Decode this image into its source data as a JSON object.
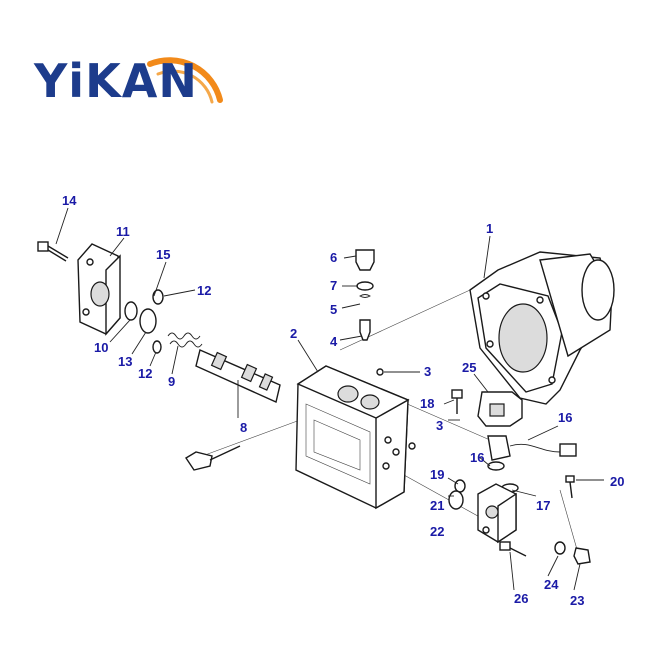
{
  "logo": {
    "text": "YiKAN",
    "arc_color": "#f28a1a",
    "text_color": "#1d3c8c"
  },
  "labels": [
    {
      "id": "1",
      "text": "1"
    },
    {
      "id": "2",
      "text": "2"
    },
    {
      "id": "3a",
      "text": "3"
    },
    {
      "id": "3b",
      "text": "3"
    },
    {
      "id": "4",
      "text": "4"
    },
    {
      "id": "5",
      "text": "5"
    },
    {
      "id": "6",
      "text": "6"
    },
    {
      "id": "7",
      "text": "7"
    },
    {
      "id": "8",
      "text": "8"
    },
    {
      "id": "9",
      "text": "9"
    },
    {
      "id": "10",
      "text": "10"
    },
    {
      "id": "11",
      "text": "11"
    },
    {
      "id": "12a",
      "text": "12"
    },
    {
      "id": "12b",
      "text": "12"
    },
    {
      "id": "13",
      "text": "13"
    },
    {
      "id": "14",
      "text": "14"
    },
    {
      "id": "15",
      "text": "15"
    },
    {
      "id": "16a",
      "text": "16"
    },
    {
      "id": "16b",
      "text": "16"
    },
    {
      "id": "17",
      "text": "17"
    },
    {
      "id": "18",
      "text": "18"
    },
    {
      "id": "19",
      "text": "19"
    },
    {
      "id": "20",
      "text": "20"
    },
    {
      "id": "21",
      "text": "21"
    },
    {
      "id": "22",
      "text": "22"
    },
    {
      "id": "23",
      "text": "23"
    },
    {
      "id": "24",
      "text": "24"
    },
    {
      "id": "25",
      "text": "25"
    },
    {
      "id": "26",
      "text": "26"
    }
  ]
}
